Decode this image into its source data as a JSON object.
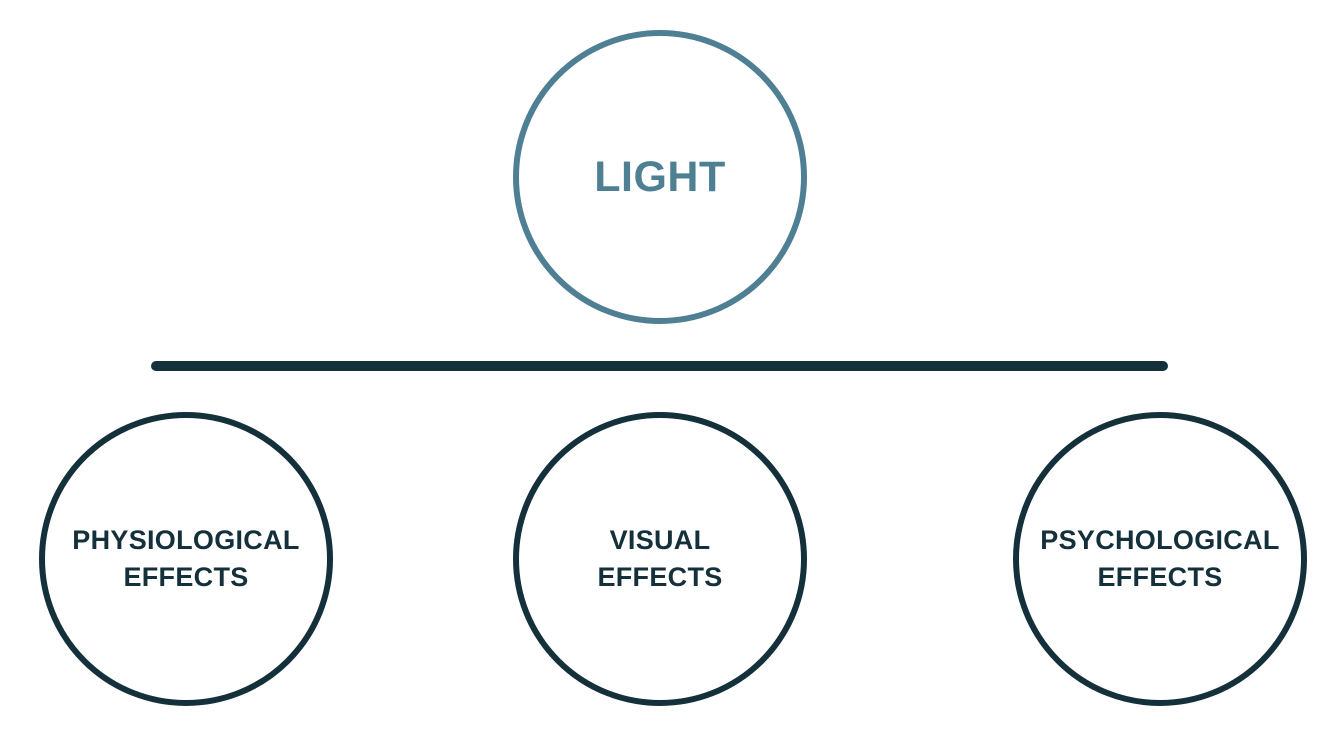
{
  "root": {
    "label": "LIGHT",
    "color": "#4f7f93"
  },
  "divider_color": "#14303b",
  "children": [
    {
      "line1": "PHYSIOLOGICAL",
      "line2": "EFFECTS"
    },
    {
      "line1": "VISUAL",
      "line2": "EFFECTS"
    },
    {
      "line1": "PSYCHOLOGICAL",
      "line2": "EFFECTS"
    }
  ],
  "children_color": "#14303b"
}
